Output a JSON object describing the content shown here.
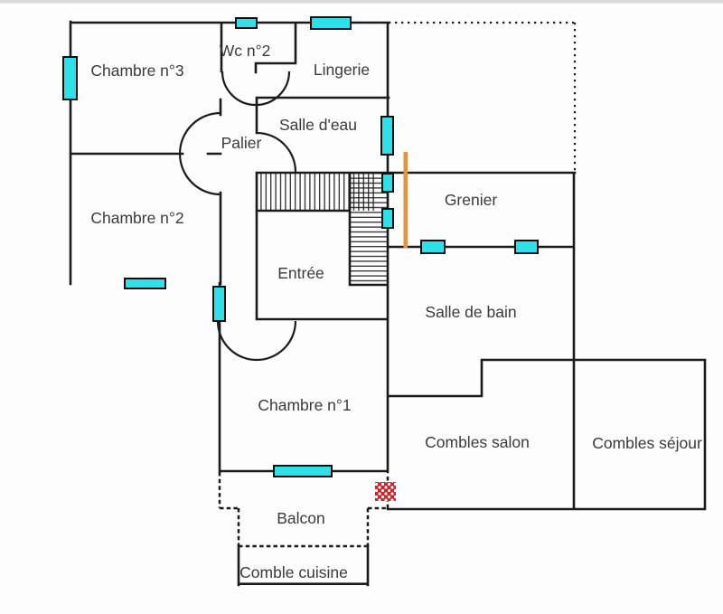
{
  "floorplan": {
    "type": "house-floor-plan",
    "rooms": {
      "chambre3": {
        "label": "Chambre n°3"
      },
      "wc2": {
        "label": "Wc n°2"
      },
      "lingerie": {
        "label": "Lingerie"
      },
      "salle_eau": {
        "label": "Salle d'eau"
      },
      "palier": {
        "label": "Palier"
      },
      "chambre2": {
        "label": "Chambre n°2"
      },
      "grenier": {
        "label": "Grenier"
      },
      "entree": {
        "label": "Entrée"
      },
      "salle_de_bain": {
        "label": "Salle de bain"
      },
      "chambre1": {
        "label": "Chambre n°1"
      },
      "combles_salon": {
        "label": "Combles salon"
      },
      "combles_sejour": {
        "label": "Combles séjour"
      },
      "balcon": {
        "label": "Balcon"
      },
      "comble_cuisine": {
        "label": "Comble cuisine"
      }
    },
    "colors": {
      "wall": "#1b1b1b",
      "window_fill": "#2ee1e9",
      "window_border": "#101010",
      "orange_marker": "#e8913c",
      "red_marker": "#cf2127",
      "background": "#fdfdfd",
      "top_strip": "#d9d9d9",
      "text": "#3a3a3a"
    }
  }
}
